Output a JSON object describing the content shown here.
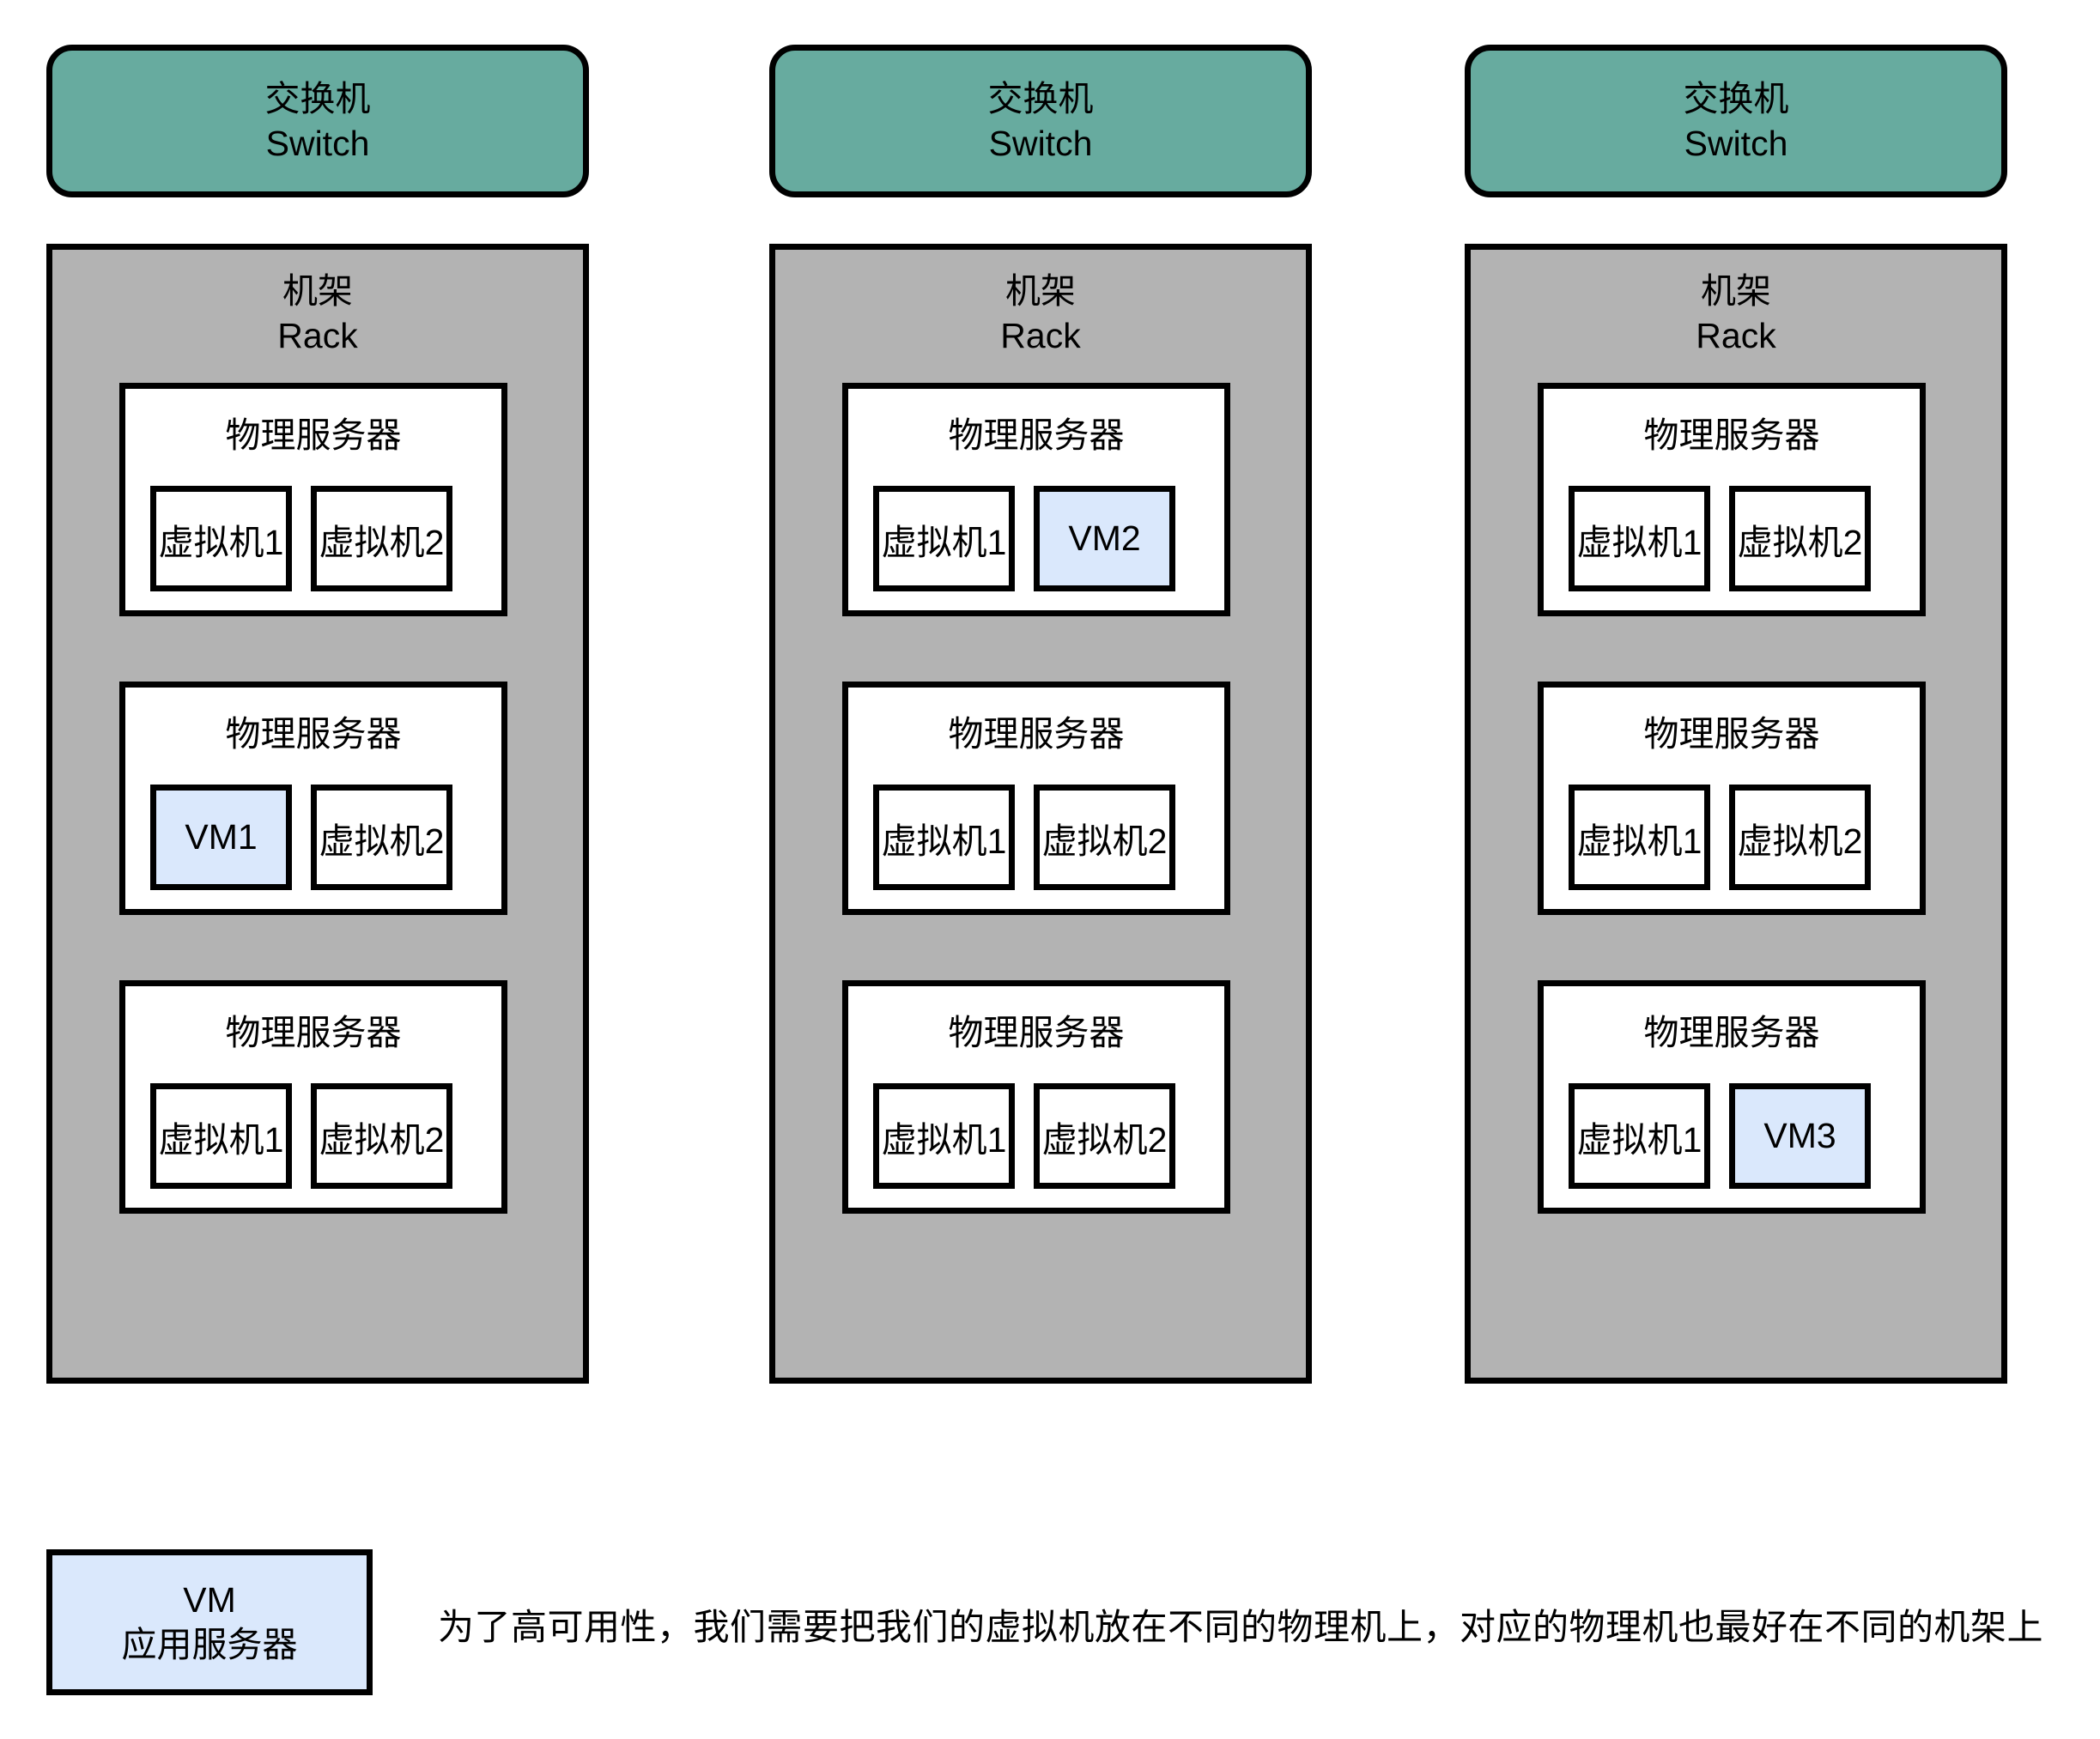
{
  "diagram": {
    "columns": [
      {
        "switch": {
          "cn": "交换机",
          "en": "Switch"
        },
        "rack": {
          "cn": "机架",
          "en": "Rack"
        },
        "servers": [
          {
            "title": "物理服务器",
            "vms": [
              {
                "label": "虚拟机1",
                "highlighted": false
              },
              {
                "label": "虚拟机2",
                "highlighted": false
              }
            ]
          },
          {
            "title": "物理服务器",
            "vms": [
              {
                "label": "VM1",
                "highlighted": true
              },
              {
                "label": "虚拟机2",
                "highlighted": false
              }
            ]
          },
          {
            "title": "物理服务器",
            "vms": [
              {
                "label": "虚拟机1",
                "highlighted": false
              },
              {
                "label": "虚拟机2",
                "highlighted": false
              }
            ]
          }
        ]
      },
      {
        "switch": {
          "cn": "交换机",
          "en": "Switch"
        },
        "rack": {
          "cn": "机架",
          "en": "Rack"
        },
        "servers": [
          {
            "title": "物理服务器",
            "vms": [
              {
                "label": "虚拟机1",
                "highlighted": false
              },
              {
                "label": "VM2",
                "highlighted": true
              }
            ]
          },
          {
            "title": "物理服务器",
            "vms": [
              {
                "label": "虚拟机1",
                "highlighted": false
              },
              {
                "label": "虚拟机2",
                "highlighted": false
              }
            ]
          },
          {
            "title": "物理服务器",
            "vms": [
              {
                "label": "虚拟机1",
                "highlighted": false
              },
              {
                "label": "虚拟机2",
                "highlighted": false
              }
            ]
          }
        ]
      },
      {
        "switch": {
          "cn": "交换机",
          "en": "Switch"
        },
        "rack": {
          "cn": "机架",
          "en": "Rack"
        },
        "servers": [
          {
            "title": "物理服务器",
            "vms": [
              {
                "label": "虚拟机1",
                "highlighted": false
              },
              {
                "label": "虚拟机2",
                "highlighted": false
              }
            ]
          },
          {
            "title": "物理服务器",
            "vms": [
              {
                "label": "虚拟机1",
                "highlighted": false
              },
              {
                "label": "虚拟机2",
                "highlighted": false
              }
            ]
          },
          {
            "title": "物理服务器",
            "vms": [
              {
                "label": "虚拟机1",
                "highlighted": false
              },
              {
                "label": "VM3",
                "highlighted": true
              }
            ]
          }
        ]
      }
    ],
    "legend": {
      "line1": "VM",
      "line2": "应用服务器"
    },
    "caption": "为了高可用性，我们需要把我们的虚拟机放在不同的物理机上，对应的物理机也最好在不同的机架上",
    "colors": {
      "switch_fill": "#67ab9f",
      "rack_fill": "#b3b3b3",
      "server_fill": "#ffffff",
      "vm_highlight_fill": "#dae8fc",
      "stroke": "#000000",
      "background": "#ffffff"
    }
  }
}
